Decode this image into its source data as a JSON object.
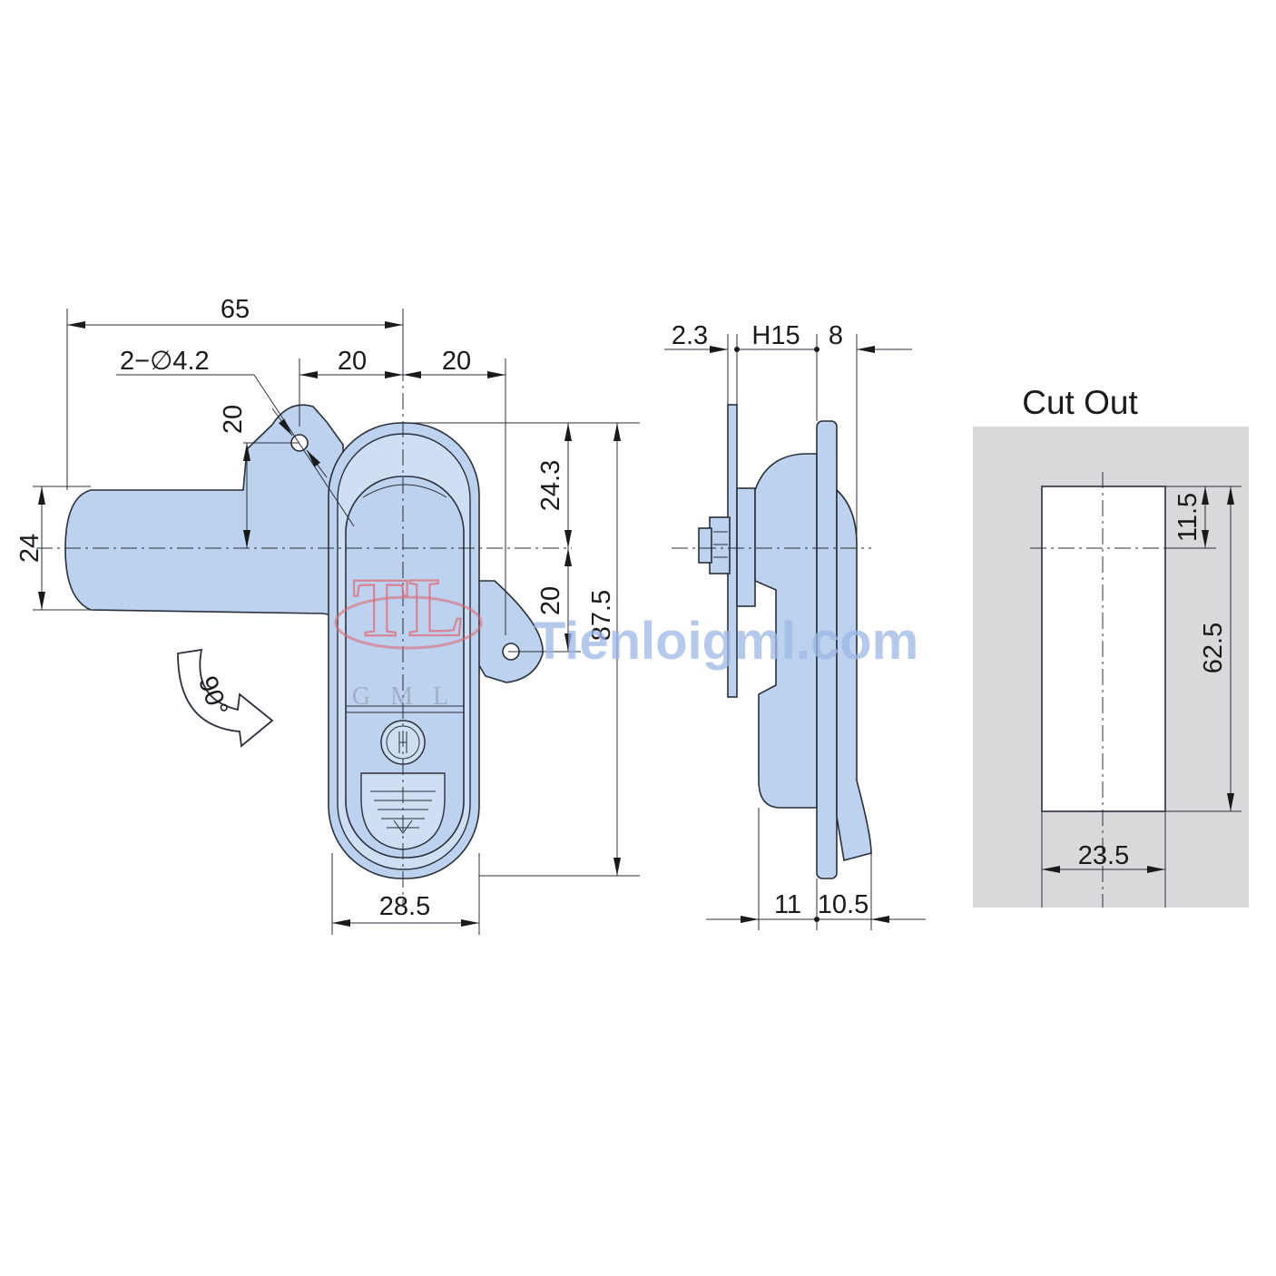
{
  "front_view": {
    "dim_overall_width": "65",
    "dim_holes": "2−∅4.2",
    "dim_left_offset": "20",
    "dim_right_offset": "20",
    "dim_hole_vertical": "20",
    "dim_handle_height": "24",
    "dim_upper": "24.3",
    "dim_lower_hole": "20",
    "dim_total_height": "87.5",
    "dim_body_width": "28.5",
    "rotation_label": "90°"
  },
  "side_view": {
    "dim_plate": "2.3",
    "dim_panel": "H15",
    "dim_flange": "8",
    "dim_depth": "11",
    "dim_front": "10.5"
  },
  "cut_out": {
    "title": "Cut Out",
    "dim_offset": "11.5",
    "dim_height": "62.5",
    "dim_width": "23.5"
  },
  "watermark": {
    "logo_text": "TL",
    "brand": "GML",
    "url": "Tienloigml.com"
  },
  "colors": {
    "part_fill": "#bcd2ee",
    "cutout_bg": "#d9d9dc",
    "watermark_red": "#e06a78",
    "watermark_blue": "#9db8e6"
  }
}
